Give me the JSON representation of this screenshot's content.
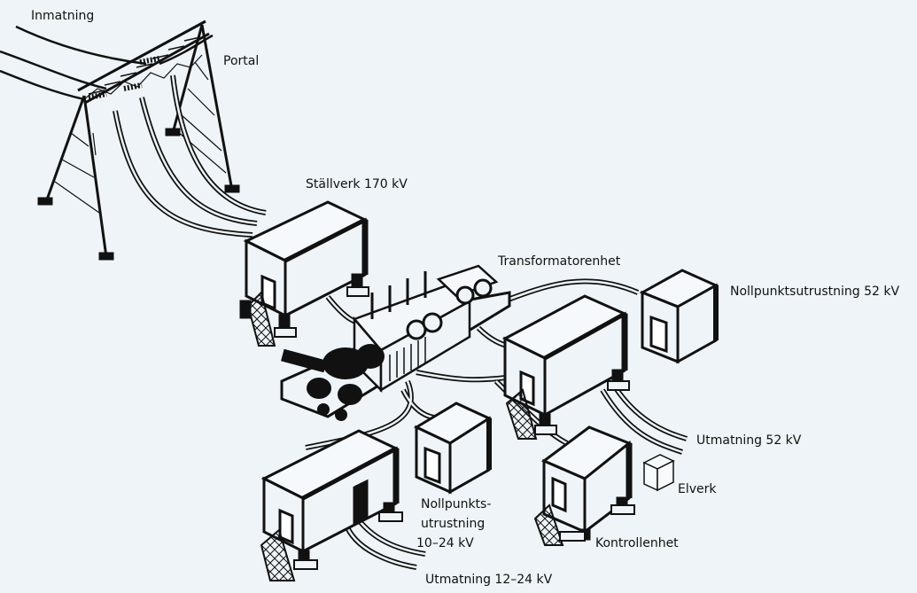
{
  "labels": {
    "inmatning": "Inmatning",
    "portal": "Portal",
    "stallverk": "Ställverk 170 kV",
    "transformator": "Transformatorenhet",
    "nollpunkt52": "Nollpunktsutrustning 52 kV",
    "utmatning52": "Utmatning 52 kV",
    "elverk": "Elverk",
    "kontroll": "Kontrollenhet",
    "nollpunkt_line1": "Nollpunkts-",
    "nollpunkt_line2": "utrustning",
    "nollpunkt_line3": "10–24 kV",
    "utmatning1224": "Utmatning 12–24 kV"
  }
}
